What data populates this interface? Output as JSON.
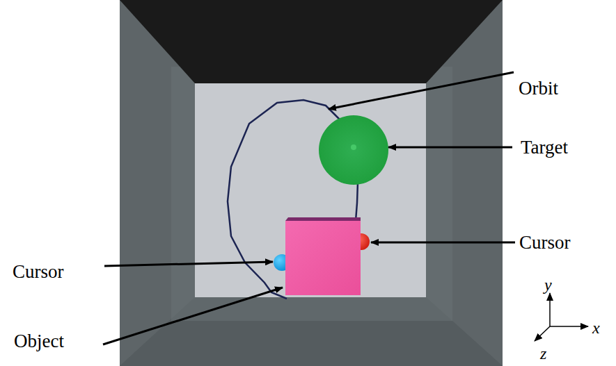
{
  "diagram": {
    "labels": [
      "Orbit",
      "Target",
      "Cursor",
      "Cursor",
      "Object",
      "y",
      "x",
      "z"
    ]
  }
}
